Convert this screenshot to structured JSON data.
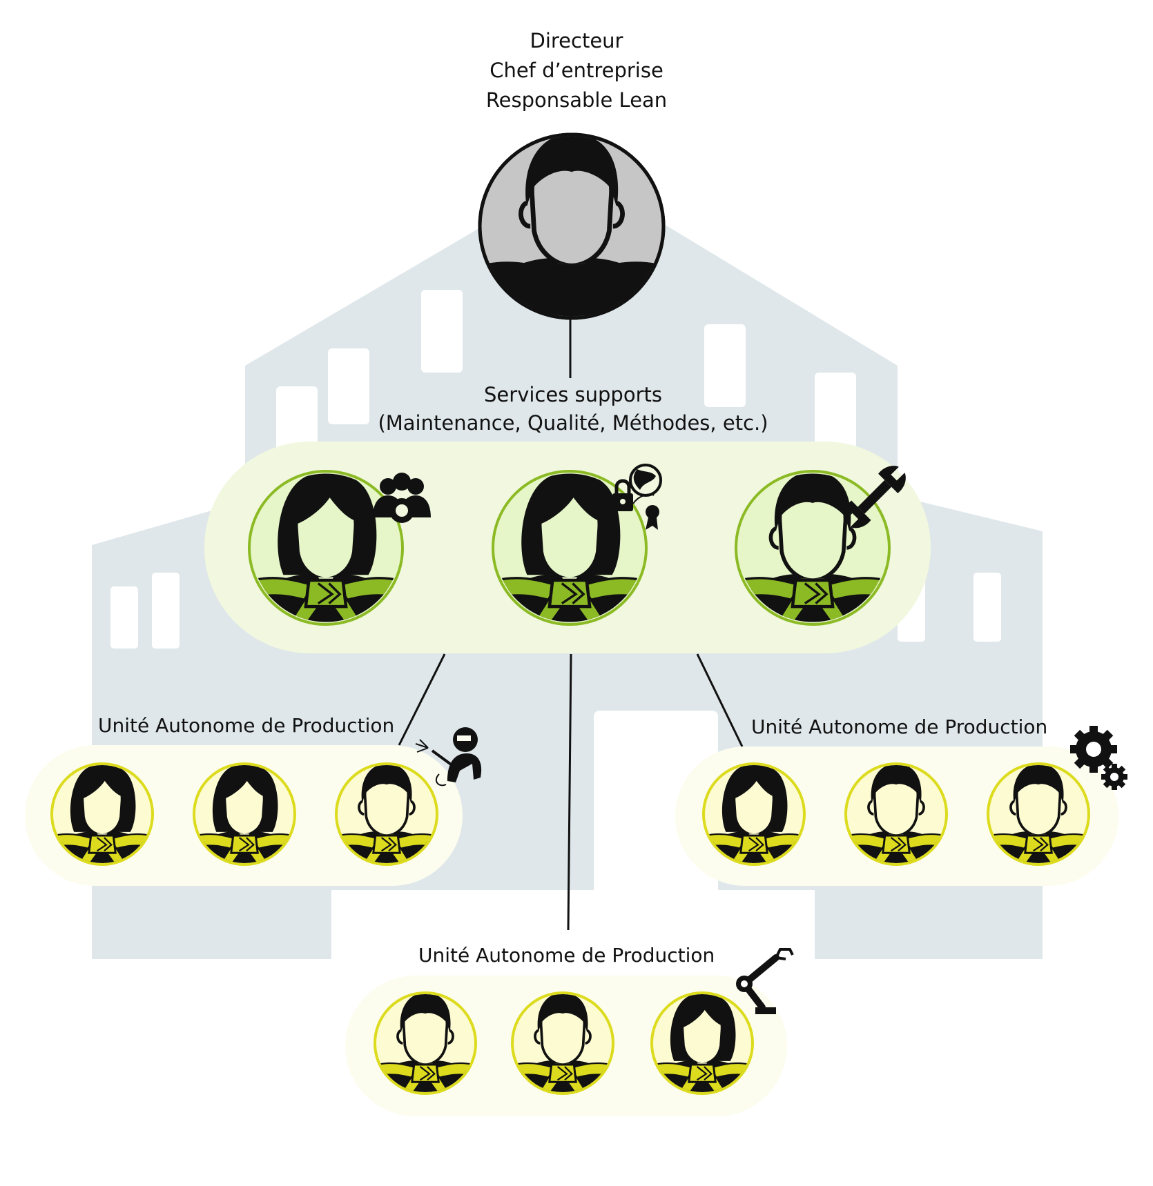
{
  "director": {
    "lines": [
      "Directeur",
      "Chef d’entreprise",
      "Responsable Lean"
    ],
    "belt_color": "#000000",
    "fill": "#c6c6c6"
  },
  "support": {
    "title": "Services supports",
    "subtitle": "(Maintenance, Qualité, Méthodes, etc.)",
    "belt_color": "#8cba25",
    "members": [
      {
        "role_icon": "team-icon"
      },
      {
        "role_icon": "quality-icon"
      },
      {
        "role_icon": "wrench-icon"
      }
    ]
  },
  "units": [
    {
      "title": "Unité Autonome de Production",
      "role_icon": "welder-icon"
    },
    {
      "title": "Unité Autonome de Production",
      "role_icon": "gears-icon"
    },
    {
      "title": "Unité Autonome de Production",
      "role_icon": "robot-arm-icon"
    }
  ],
  "colors": {
    "building": "#dfe7ea",
    "support_panel": "#f1f8df",
    "unit_panel": "#fcfdee",
    "unit_belt": "#dcdb1e",
    "unit_ring": "#dcdb1e",
    "support_ring": "#8cba25"
  }
}
